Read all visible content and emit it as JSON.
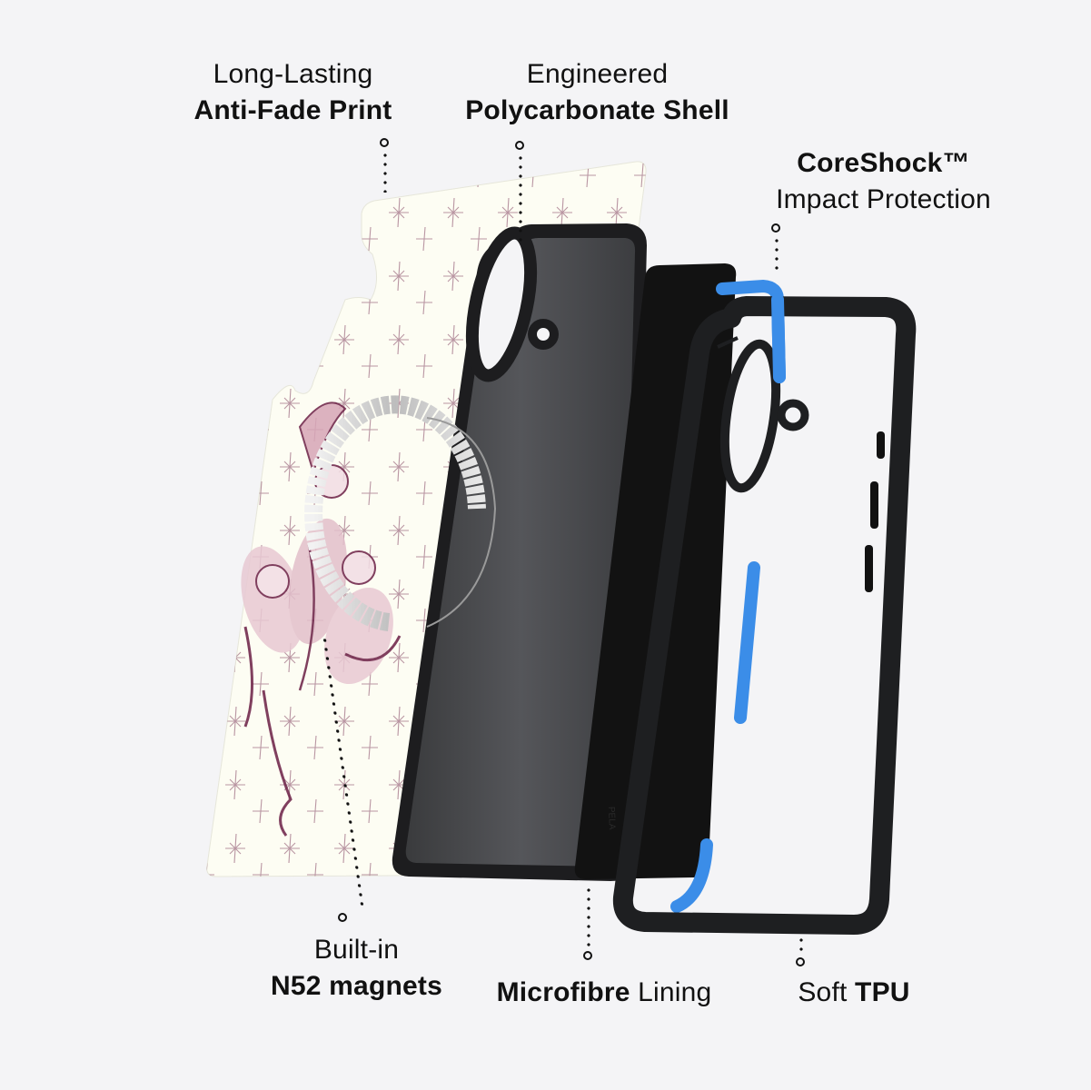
{
  "colors": {
    "background": "#f4f4f6",
    "text": "#111111",
    "print_background": "#fdfdf3",
    "print_ink": "#6b1f45",
    "shell_grey": "#4a4b4d",
    "shell_rim": "#1c1c1e",
    "lining_black": "#111111",
    "bumper_black": "#1e1f21",
    "coreshock_blue": "#3b8de8",
    "magnet_silver": "#d9d9d9"
  },
  "callouts": {
    "anti_fade_print": {
      "light": "Long-Lasting",
      "bold": "Anti-Fade Print"
    },
    "polycarbonate_shell": {
      "light": "Engineered",
      "bold": "Polycarbonate Shell"
    },
    "coreshock": {
      "bold": "CoreShock™",
      "light": "Impact Protection"
    },
    "magnets": {
      "light": "Built-in",
      "bold": "N52 magnets"
    },
    "microfibre": {
      "bold": "Microfibre",
      "light": "Lining"
    },
    "tpu": {
      "light": "Soft",
      "bold": "TPU"
    }
  },
  "layers": [
    {
      "id": "print-back",
      "name": "Anti-Fade Print back plate"
    },
    {
      "id": "magnet-ring",
      "name": "N52 magnet ring"
    },
    {
      "id": "shell",
      "name": "Polycarbonate shell"
    },
    {
      "id": "lining",
      "name": "Microfibre lining"
    },
    {
      "id": "coreshock-frame",
      "name": "CoreShock blue frame"
    },
    {
      "id": "tpu-bumper",
      "name": "Soft TPU bumper"
    }
  ]
}
